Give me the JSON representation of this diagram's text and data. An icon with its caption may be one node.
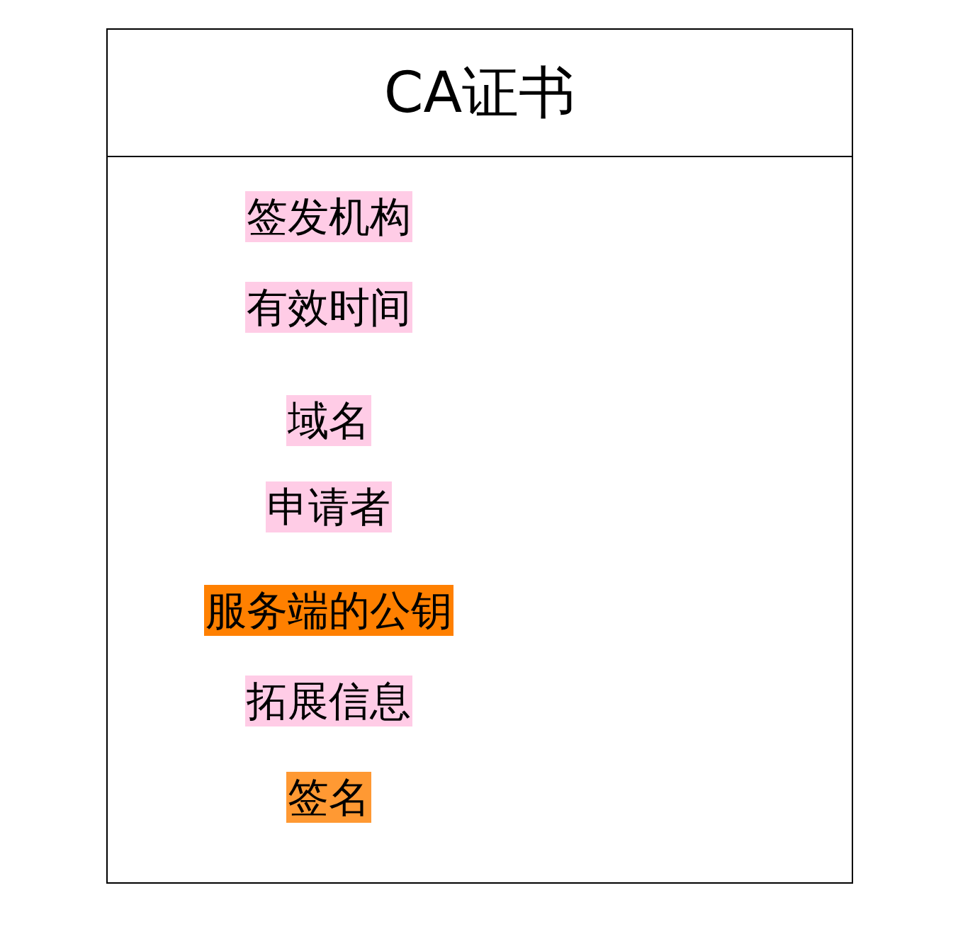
{
  "diagram": {
    "nodes": [
      {
        "text": [
          "CA证书"
        ]
      },
      {
        "text": [
          "签发机构"
        ],
        "in": 0
      },
      {
        "text": [
          "有效时间"
        ],
        "in": 0
      },
      {
        "text": [
          "域名"
        ],
        "in": 0
      },
      {
        "text": [
          "申请者"
        ],
        "in": 0
      },
      {
        "text": [
          "服务端的公钥"
        ],
        "in": 0
      },
      {
        "text": [
          "拓展信息"
        ],
        "in": 0
      },
      {
        "text": [
          "签名"
        ],
        "in": 0
      }
    ]
  }
}
